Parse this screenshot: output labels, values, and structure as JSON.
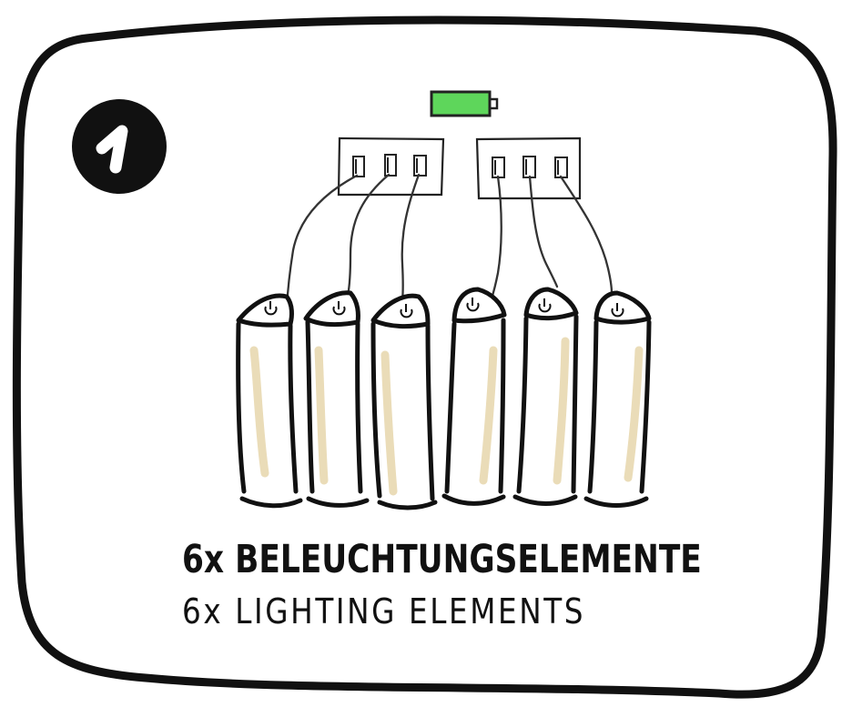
{
  "step": {
    "number": "1"
  },
  "captions": {
    "german": "6x BELEUCHTUNGSELEMENTE",
    "english": "6x LIGHTING ELEMENTS"
  },
  "illustration": {
    "item_count": 6,
    "icons": [
      "battery-icon",
      "junction-box-icon",
      "connector-plug-icon",
      "candle-light-element-icon",
      "power-symbol-icon"
    ]
  },
  "colors": {
    "outline": "#111111",
    "battery_fill": "#5ed65b",
    "candle_wax": "#eadcb8",
    "background": "#ffffff"
  }
}
